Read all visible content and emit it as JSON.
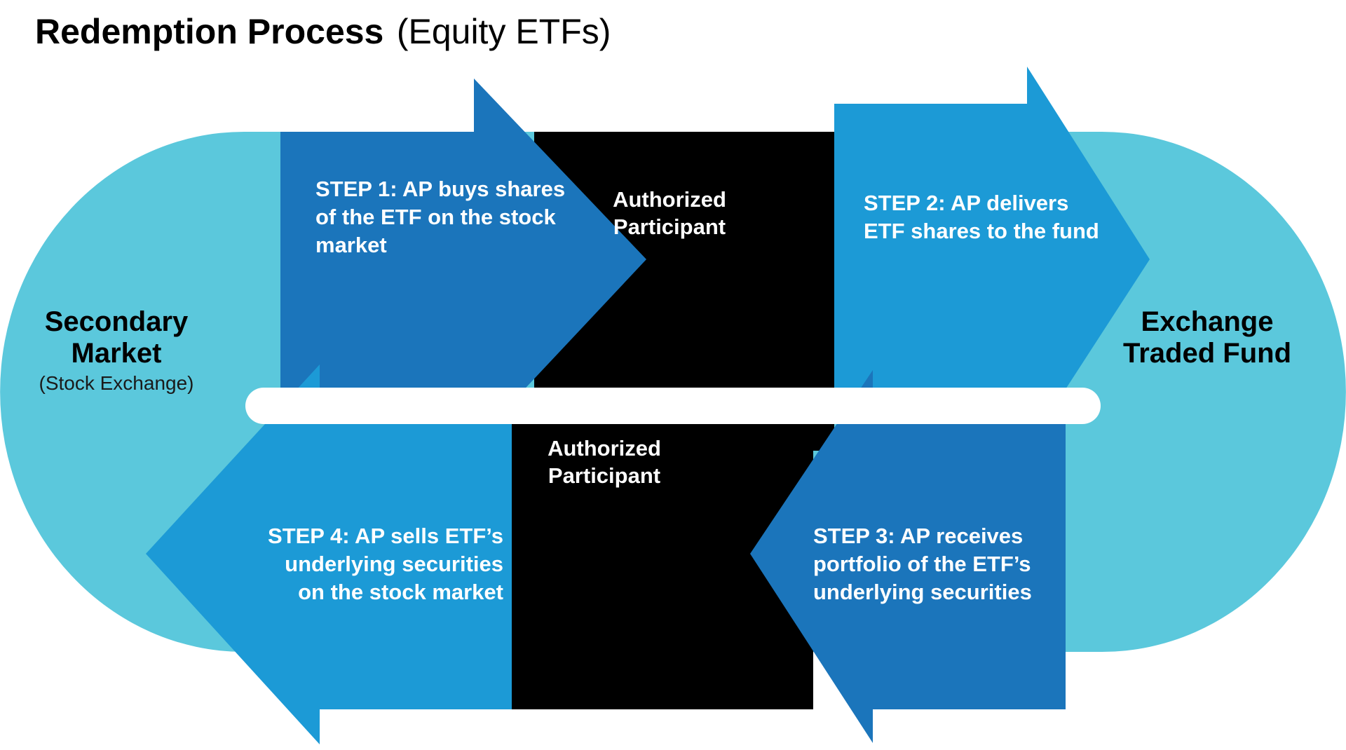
{
  "title": {
    "bold": "Redemption Process",
    "regular": "(Equity ETFs)"
  },
  "colors": {
    "background": "#ffffff",
    "pill_teal": "#5BC8DC",
    "arrow_dark_blue": "#1B75BB",
    "arrow_light_blue": "#1C9AD6",
    "black_box": "#000000",
    "text_on_arrow": "#ffffff",
    "text_dark": "#000000"
  },
  "endpoints": {
    "left": {
      "line1": "Secondary",
      "line2": "Market",
      "sub": "(Stock Exchange)"
    },
    "right": {
      "line1": "Exchange",
      "line2": "Traded Fund"
    }
  },
  "actors": {
    "top": {
      "line1": "Authorized",
      "line2": "Participant"
    },
    "bottom": {
      "line1": "Authorized",
      "line2": "Participant"
    }
  },
  "steps": [
    {
      "id": "step-1",
      "direction": "right",
      "color": "#1B75BB",
      "lines": [
        "STEP 1: AP buys shares",
        "of the ETF on the stock",
        "market"
      ],
      "align": "left"
    },
    {
      "id": "step-2",
      "direction": "right",
      "color": "#1C9AD6",
      "lines": [
        "STEP 2: AP delivers",
        "ETF shares to the fund"
      ],
      "align": "left"
    },
    {
      "id": "step-3",
      "direction": "left",
      "color": "#1B75BB",
      "lines": [
        "STEP 3: AP receives",
        "portfolio of the ETF’s",
        "underlying securities"
      ],
      "align": "left"
    },
    {
      "id": "step-4",
      "direction": "left",
      "color": "#1C9AD6",
      "lines": [
        "STEP 4: AP sells ETF’s",
        "underlying securities",
        "on the stock market"
      ],
      "align": "right"
    }
  ]
}
